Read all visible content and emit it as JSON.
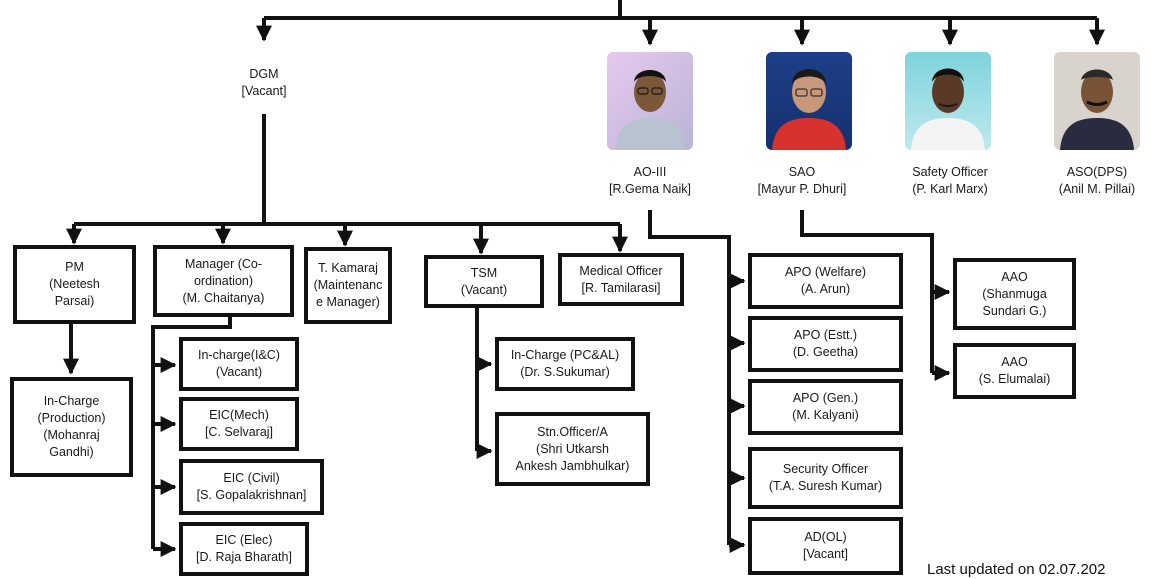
{
  "top_row": {
    "dgm": {
      "title": "DGM",
      "name": "[Vacant]"
    },
    "ao3": {
      "title": "AO-III",
      "name": "[R.Gema Naik]",
      "photo": "person-photo-ao3"
    },
    "sao": {
      "title": "SAO",
      "name": "[Mayur P. Dhuri]",
      "photo": "person-photo-sao"
    },
    "safety": {
      "title": "Safety Officer",
      "name": "(P. Karl Marx)",
      "photo": "person-photo-safety-officer"
    },
    "aso": {
      "title": "ASO(DPS)",
      "name": "(Anil M. Pillai)",
      "photo": "person-photo-aso"
    }
  },
  "dgm_children": {
    "pm": {
      "lines": [
        "PM",
        "(Neetesh",
        "Parsai)"
      ]
    },
    "manager": {
      "lines": [
        "Manager (Co-",
        "ordination)",
        "(M. Chaitanya)"
      ]
    },
    "kamaraj": {
      "lines": [
        "T. Kamaraj",
        "(Maintenanc",
        "e Manager)"
      ]
    },
    "tsm": {
      "lines": [
        "TSM",
        "(Vacant)"
      ]
    },
    "medical": {
      "lines": [
        "Medical Officer",
        "[R. Tamilarasi]"
      ]
    }
  },
  "production": {
    "lines": [
      "In-Charge",
      "(Production)",
      "(Mohanraj",
      "Gandhi)"
    ]
  },
  "manager_children": [
    {
      "lines": [
        "In-charge(I&C)",
        "(Vacant)"
      ]
    },
    {
      "lines": [
        "EIC(Mech)",
        "[C. Selvaraj]"
      ]
    },
    {
      "lines": [
        "EIC (Civil)",
        "[S. Gopalakrishnan]"
      ]
    },
    {
      "lines": [
        "EIC (Elec)",
        "[D. Raja Bharath]"
      ]
    }
  ],
  "tsm_children": [
    {
      "lines": [
        "In-Charge (PC&AL)",
        "(Dr. S.Sukumar)"
      ]
    },
    {
      "lines": [
        "Stn.Officer/A",
        "(Shri Utkarsh",
        "Ankesh Jambhulkar)"
      ]
    }
  ],
  "ao3_children": [
    {
      "lines": [
        "APO (Welfare)",
        "(A. Arun)"
      ]
    },
    {
      "lines": [
        "APO (Estt.)",
        "(D. Geetha)"
      ]
    },
    {
      "lines": [
        "APO (Gen.)",
        "(M. Kalyani)"
      ]
    },
    {
      "lines": [
        "Security Officer",
        "(T.A. Suresh Kumar)"
      ]
    },
    {
      "lines": [
        "AD(OL)",
        "[Vacant]"
      ]
    }
  ],
  "sao_children": [
    {
      "lines": [
        "AAO",
        "(Shanmuga",
        "Sundari G.)"
      ]
    },
    {
      "lines": [
        "AAO",
        "(S. Elumalai)"
      ]
    }
  ],
  "footer": "Last updated on 02.07.202"
}
